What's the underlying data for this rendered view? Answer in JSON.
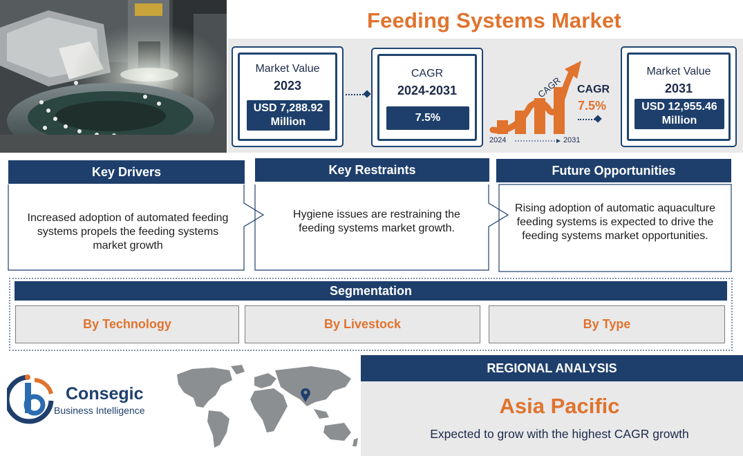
{
  "title": "Feeding Systems Market",
  "metrics": {
    "start": {
      "label": "Market Value",
      "year": "2023",
      "value_line1": "USD 7,288.92",
      "value_line2": "Million"
    },
    "cagr": {
      "label": "CAGR",
      "period": "2024-2031",
      "value": "7.5%"
    },
    "end": {
      "label": "Market Value",
      "year": "2031",
      "value_line1": "USD 12,955.46",
      "value_line2": "Million"
    }
  },
  "growth_graphic": {
    "arrow_text": "CAGR",
    "cagr_label": "CAGR",
    "cagr_value": "7.5%",
    "year_start": "2024",
    "year_end": "2031"
  },
  "panels": {
    "drivers": {
      "title": "Key Drivers",
      "text": "Increased adoption of automated feeding systems propels the feeding systems market growth"
    },
    "restraints": {
      "title": "Key Restraints",
      "text": "Hygiene issues are restraining the feeding systems market growth."
    },
    "opportunities": {
      "title": "Future Opportunities",
      "text": "Rising adoption of automatic aquaculture feeding systems is expected to drive the feeding systems market opportunities."
    }
  },
  "segmentation": {
    "title": "Segmentation",
    "items": [
      "By Technology",
      "By Livestock",
      "By Type"
    ]
  },
  "logo": {
    "brand": "Consegic",
    "tagline": "Business Intelligence"
  },
  "regional": {
    "title": "REGIONAL ANALYSIS",
    "region": "Asia Pacific",
    "description": "Expected to grow with the highest CAGR growth"
  },
  "colors": {
    "navy": "#1e3f6c",
    "orange": "#e0732d",
    "panel_grey": "#e9e9ea"
  }
}
